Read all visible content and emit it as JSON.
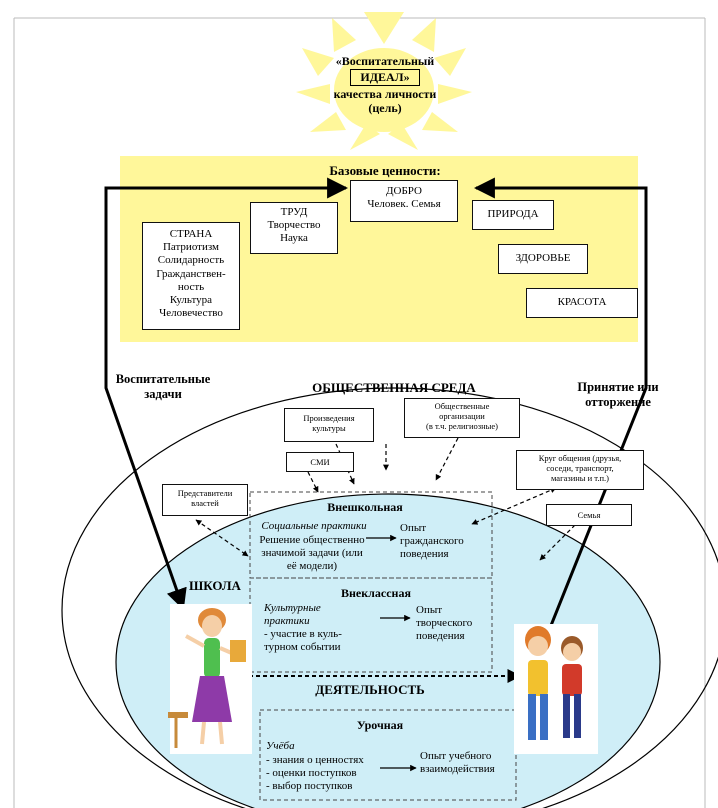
{
  "sun": {
    "line1": "«Воспитательный",
    "line2": "ИДЕАЛ»",
    "line3": "качества личности",
    "line4": "(цель)"
  },
  "values": {
    "title": "Базовые ценности:",
    "dobro": {
      "title": "ДОБРО",
      "sub": "Человек. Семья"
    },
    "trud": {
      "title": "ТРУД",
      "l2": "Творчество",
      "l3": "Наука"
    },
    "strana": {
      "title": "СТРАНА",
      "items": [
        "Патриотизм",
        "Солидарность",
        "Гражданствен-",
        "ность",
        "Культура",
        "Человечество"
      ]
    },
    "priroda": "ПРИРОДА",
    "zdorovie": "ЗДОРОВЬЕ",
    "krasota": "КРАСОТА"
  },
  "left_label": {
    "l1": "Воспитательные",
    "l2": "задачи"
  },
  "right_label": {
    "l1": "Принятие или",
    "l2": "отторжение"
  },
  "env": {
    "title": "ОБЩЕСТВЕННАЯ СРЕДА",
    "culture": {
      "l1": "Произведения",
      "l2": "культуры"
    },
    "orgs": {
      "l1": "Общественные",
      "l2": "организации",
      "l3": "(в т.ч. религиозные)"
    },
    "smi": "СМИ",
    "krug": {
      "l1": "Круг общения (друзья,",
      "l2": "соседи, транспорт,",
      "l3": "магазины и т.п.)"
    },
    "vlast": {
      "l1": "Представители",
      "l2": "властей"
    },
    "semya": "Семья"
  },
  "school": {
    "title": "ШКОЛА"
  },
  "vneshk": {
    "title": "Внешкольная",
    "practice": "Социальные практики",
    "p1": "Решение общественно",
    "p2": "значимой задачи (или",
    "p3": "её модели)",
    "r1": "Опыт",
    "r2": "гражданского",
    "r3": "поведения"
  },
  "vnekl": {
    "title": "Внеклассная",
    "practice1": "Культурные",
    "practice2": "практики",
    "p1": "- участие в куль-",
    "p2": "турном событии",
    "r1": "Опыт",
    "r2": "творческого",
    "r3": "поведения"
  },
  "activity": "ДЕЯТЕЛЬНОСТЬ",
  "urok": {
    "title": "Урочная",
    "practice": "Учёба",
    "p1": "- знания о ценностях",
    "p2": "- оценки поступков",
    "p3": "- выбор поступков",
    "r1": "Опыт учебного",
    "r2": "взаимодействия"
  },
  "colors": {
    "sun": "#fff79a",
    "band": "#fff79a",
    "school": "#cfeef7",
    "line": "#000000",
    "teacher_dress": "#8e3aa8",
    "teacher_top": "#4fbf4f",
    "kid1": "#e07a2a",
    "kid2": "#d23a2a"
  }
}
